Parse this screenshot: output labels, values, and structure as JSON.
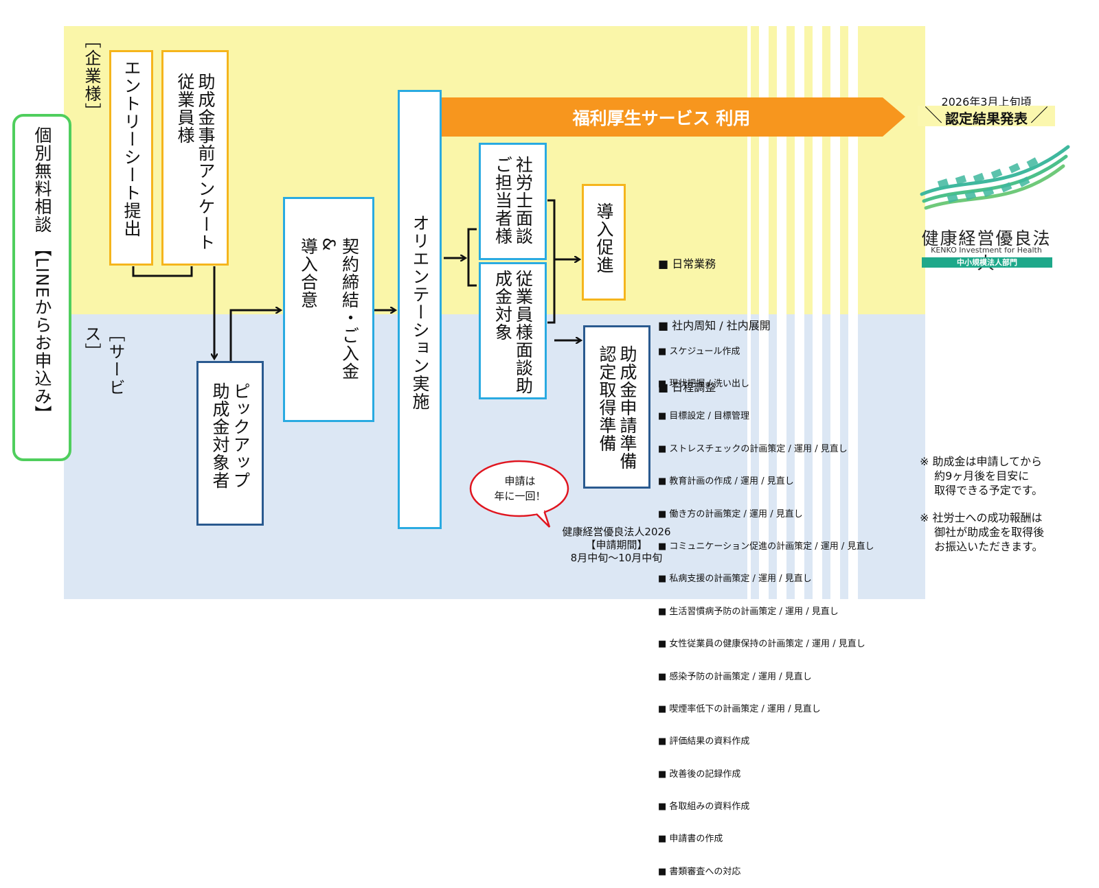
{
  "labels": {
    "company": "［企業様］",
    "service": "［サービス］"
  },
  "boxes": {
    "consult": "個別無料相談 【LINEからお申込み】",
    "entry": "エントリーシート提出",
    "survey": "助成金事前アンケート\n従業員様",
    "pickup": "ピックアップ\n助成金対象者",
    "contract": "契約締結・ご入金\n&\n導入合意",
    "orientation": "オリエンテーション実施",
    "sharoushi": "社労士面談\nご担当者様",
    "employee": "従業員様面談助\n成金対象",
    "promotion": "導入促進",
    "subsidy": "助成金申請準備\n認定取得準備"
  },
  "banner": "福利厚生サービス 利用",
  "announce": {
    "date": "2026年3月上旬頃",
    "title": "認定結果発表"
  },
  "logo": {
    "name": "健康経営優良法人",
    "en": "KENKO Investment for Health",
    "sub": "中小規模法人部門"
  },
  "tasks_promotion": [
    "■ 日常業務",
    "■ 社内周知 / 社内展開",
    "■ 日程調整"
  ],
  "tasks_subsidy": [
    "■ スケジュール作成",
    "■ 現状把握 / 洗い出し",
    "■ 目標設定 / 目標管理",
    "■ ストレスチェックの計画策定 / 運用 / 見直し",
    "■ 教育計画の作成 / 運用 / 見直し",
    "■ 働き方の計画策定 / 運用 / 見直し",
    "■ コミュニケーション促進の計画策定 / 運用 / 見直し",
    "■ 私病支援の計画策定 / 運用 / 見直し",
    "■ 生活習慣病予防の計画策定 / 運用 / 見直し",
    "■ 女性従業員の健康保持の計画策定 / 運用 / 見直し",
    "■ 感染予防の計画策定 / 運用 / 見直し",
    "■ 喫煙率低下の計画策定 / 運用 / 見直し",
    "■ 評価結果の資料作成",
    "■ 改善後の記録作成",
    "■ 各取組みの資料作成",
    "■ 申請書の作成",
    "■ 書類審査への対応"
  ],
  "bubble": "申請は\n年に一回！",
  "period": {
    "line1": "健康経営優良法人2026",
    "line2": "【申請期間】",
    "line3": "8月中旬〜10月中旬"
  },
  "notes": [
    "※ 助成金は申請してから\n　 約9ヶ月後を目安に\n　 取得できる予定です。",
    "※ 社労士への成功報酬は\n　 御社が助成金を取得後\n　 お振込いただきます。"
  ],
  "colors": {
    "yellow_band": "#faf6a9",
    "blue_band": "#dce7f4",
    "orange": "#f7961e",
    "border_yellow": "#f5b51c",
    "border_cyan": "#29aae1",
    "border_navy": "#2a5a8f",
    "border_green": "#4fce5d",
    "logo_teal": "#1ea88a"
  }
}
